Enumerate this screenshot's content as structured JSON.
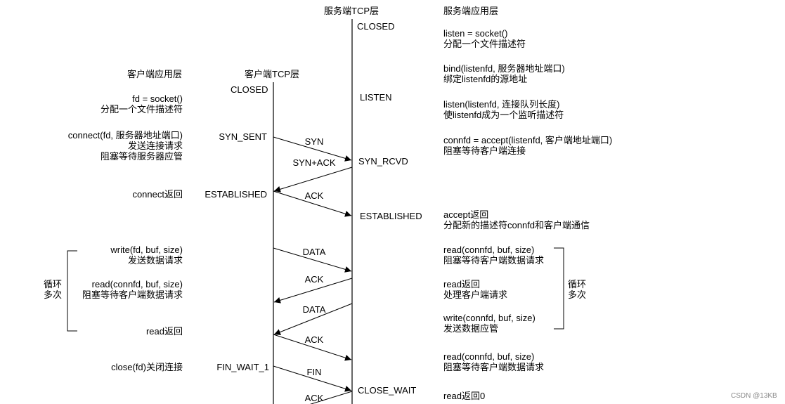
{
  "headers": {
    "server_tcp": "服务端TCP层",
    "server_app": "服务端应用层",
    "client_app": "客户端应用层",
    "client_tcp": "客户端TCP层"
  },
  "states": {
    "server_closed": "CLOSED",
    "server_listen": "LISTEN",
    "server_syn_rcvd": "SYN_RCVD",
    "server_established": "ESTABLISHED",
    "server_close_wait": "CLOSE_WAIT",
    "client_closed": "CLOSED",
    "client_syn_sent": "SYN_SENT",
    "client_established": "ESTABLISHED",
    "client_fin_wait_1": "FIN_WAIT_1"
  },
  "packets": {
    "syn": "SYN",
    "synack": "SYN+ACK",
    "ack1": "ACK",
    "data1": "DATA",
    "ack2": "ACK",
    "data2": "DATA",
    "ack3": "ACK",
    "fin": "FIN",
    "ack4": "ACK"
  },
  "client_notes": {
    "socket_l1": "fd = socket()",
    "socket_l2": "分配一个文件描述符",
    "connect_l1": "connect(fd, 服务器地址端口)",
    "connect_l2": "发送连接请求",
    "connect_l3": "阻塞等待服务器应管",
    "connect_ret": "connect返回",
    "write_l1": "write(fd, buf, size)",
    "write_l2": "发送数据请求",
    "read_l1": "read(connfd, buf, size)",
    "read_l2": "阻塞等待客户端数据请求",
    "read_ret": "read返回",
    "close": "close(fd)关闭连接",
    "loop_l1": "循环",
    "loop_l2": "多次"
  },
  "server_notes": {
    "listen_l1": "listen = socket()",
    "listen_l2": "分配一个文件描述符",
    "bind_l1": "bind(listenfd, 服务器地址端口)",
    "bind_l2": "绑定listenfd的源地址",
    "listen2_l1": "listen(listenfd, 连接队列长度)",
    "listen2_l2": "使listenfd成为一个监听描述符",
    "accept_l1": "connfd = accept(listenfd, 客户端地址端口)",
    "accept_l2": "阻塞等待客户端连接",
    "acceptret_l1": "accept返回",
    "acceptret_l2": "分配新的描述符connfd和客户端通信",
    "read_l1": "read(connfd, buf, size)",
    "read_l2": "阻塞等待客户端数据请求",
    "readret_l1": "read返回",
    "readret_l2": "处理客户端请求",
    "write_l1": "write(connfd, buf, size)",
    "write_l2": "发送数据应管",
    "read2_l1": "read(connfd, buf, size)",
    "read2_l2": "阻塞等待客户端数据请求",
    "read0": "read返回0",
    "loop_l1": "循环",
    "loop_l2": "多次"
  },
  "watermark": "CSDN @13KB"
}
